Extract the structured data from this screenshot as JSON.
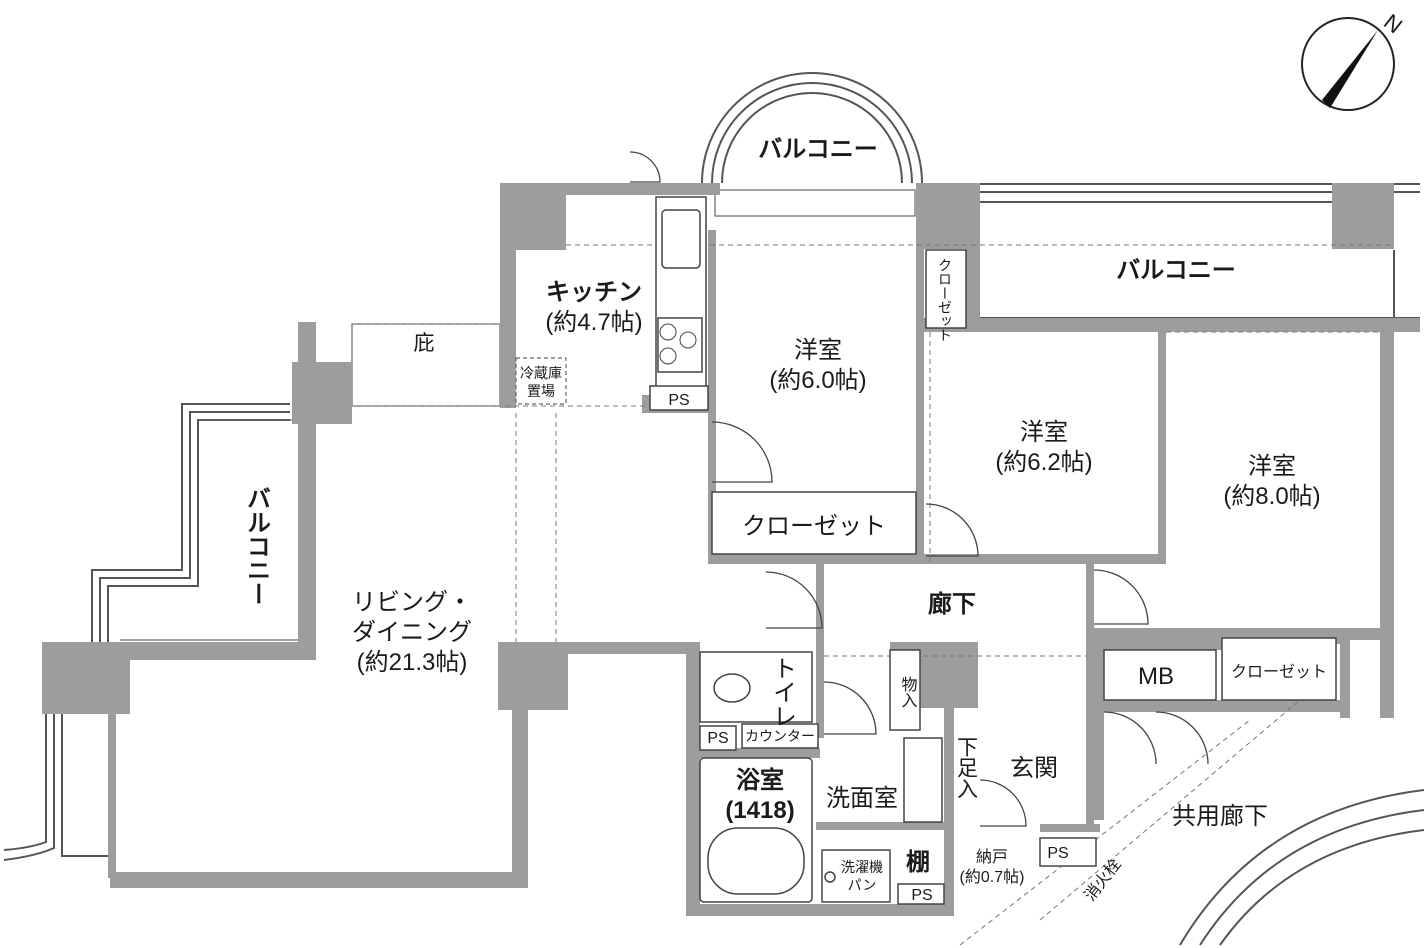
{
  "compass": {
    "label": "N"
  },
  "rooms": {
    "kitchen": {
      "name": "キッチン",
      "size": "(約4.7帖)"
    },
    "fridge": {
      "line1": "冷蔵庫",
      "line2": "置場"
    },
    "eave": "庇",
    "western_a": {
      "name": "洋室",
      "size": "(約6.0帖)"
    },
    "western_b": {
      "name": "洋室",
      "size": "(約6.2帖)"
    },
    "western_c": {
      "name": "洋室",
      "size": "(約8.0帖)"
    },
    "living": {
      "line1": "リビング・",
      "line2": "ダイニング",
      "size": "(約21.3帖)"
    },
    "corridor": "廊下",
    "entrance": "玄関",
    "toilet": "トイレ",
    "counter": "カウンター",
    "bath": {
      "name": "浴室",
      "size": "(1418)"
    },
    "washroom": "洗面室",
    "washer": {
      "line1": "洗濯機",
      "line2": "パン"
    },
    "shelf": "棚",
    "storage_small": "物入",
    "shoe": "下足入",
    "nando": {
      "name": "納戸",
      "size": "(約0.7帖)"
    },
    "mb": "MB",
    "common_corridor": "共用廊下",
    "hydrant": "消火栓"
  },
  "balconies": {
    "top_round": "バルコニー",
    "top_right": "バルコニー",
    "left": "バルコニー"
  },
  "closets": {
    "closet_a": "クローゼット",
    "closet_c": "クローゼット",
    "closet_vertical": "クローゼット"
  },
  "ps_labels": [
    "PS",
    "PS",
    "PS",
    "PS"
  ]
}
